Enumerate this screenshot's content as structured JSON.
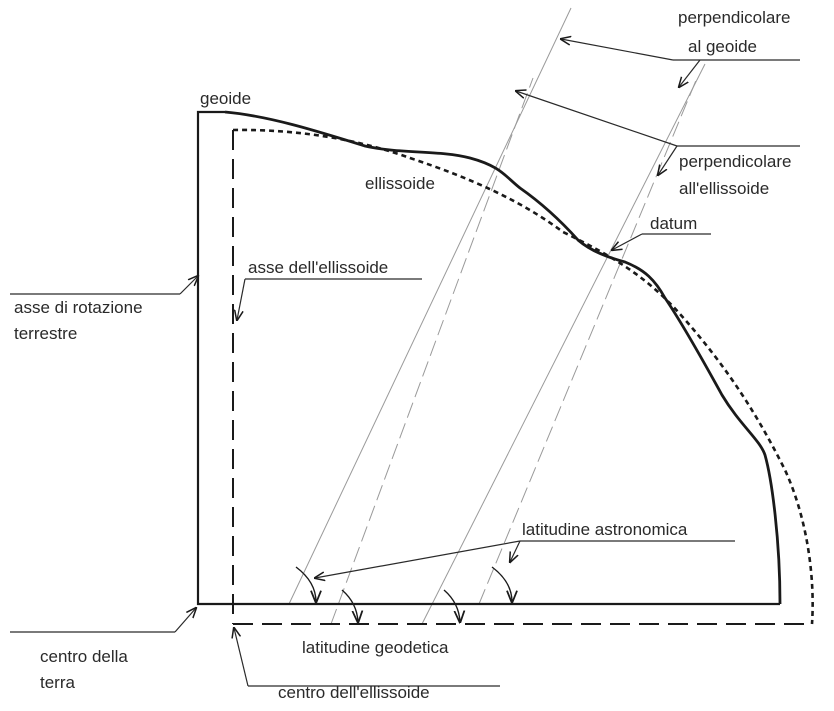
{
  "labels": {
    "geoide": "geoide",
    "ellissoide": "ellissoide",
    "perp_geoide_1": "perpendicolare",
    "perp_geoide_2": "al geoide",
    "perp_ellissoide_1": "perpendicolare",
    "perp_ellissoide_2": "all'ellissoide",
    "datum": "datum",
    "asse_ellissoide": "asse dell'ellissoide",
    "asse_rotazione_1": "asse di rotazione",
    "asse_rotazione_2": "terrestre",
    "latitudine_astronomica": "latitudine astronomica",
    "latitudine_geodetica": "latitudine geodetica",
    "centro_terra_1": "centro della",
    "centro_terra_2": "terra",
    "centro_ellissoide": "centro dell'ellissoide"
  },
  "colors": {
    "stroke": "#1a1a1a",
    "thin_line": "#9a9a9a",
    "text": "#2a2a2a"
  }
}
